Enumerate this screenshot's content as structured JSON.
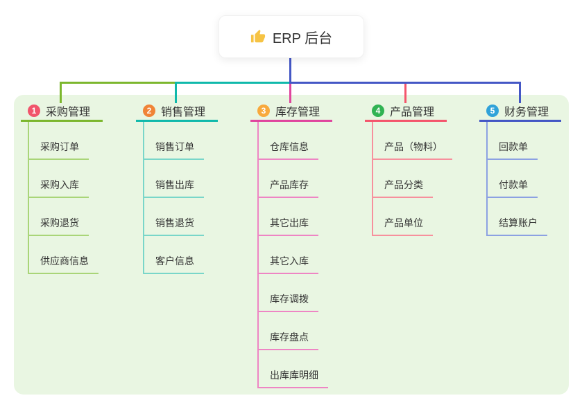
{
  "root": {
    "title": "ERP 后台",
    "icon": "thumbs-up-icon",
    "icon_color": "#f6c344"
  },
  "canvas": {
    "background": "#ffffff",
    "panel_background": "#e9f6e2",
    "root_line_color": "#4457c5",
    "text_color": "#333333"
  },
  "branches": [
    {
      "number": "1",
      "title": "采购管理",
      "badge_color": "#f1556c",
      "line_color": "#7cb72e",
      "child_line_color": "#a9d578",
      "children": [
        "采购订单",
        "采购入库",
        "采购退货",
        "供应商信息"
      ]
    },
    {
      "number": "2",
      "title": "销售管理",
      "badge_color": "#f08437",
      "line_color": "#10b9ab",
      "child_line_color": "#79d6c9",
      "children": [
        "销售订单",
        "销售出库",
        "销售退货",
        "客户信息"
      ]
    },
    {
      "number": "3",
      "title": "库存管理",
      "badge_color": "#f8a93c",
      "line_color": "#e0459e",
      "child_line_color": "#ee85c4",
      "children": [
        "仓库信息",
        "产品库存",
        "其它出库",
        "其它入库",
        "库存调拨",
        "库存盘点",
        "出库库明细"
      ]
    },
    {
      "number": "4",
      "title": "产品管理",
      "badge_color": "#31b353",
      "line_color": "#f4556c",
      "child_line_color": "#f7909d",
      "children": [
        "产品（物料）",
        "产品分类",
        "产品单位"
      ]
    },
    {
      "number": "5",
      "title": "财务管理",
      "badge_color": "#30a2d9",
      "line_color": "#4457c5",
      "child_line_color": "#8ca1e2",
      "children": [
        "回款单",
        "付款单",
        "结算账户"
      ]
    }
  ]
}
